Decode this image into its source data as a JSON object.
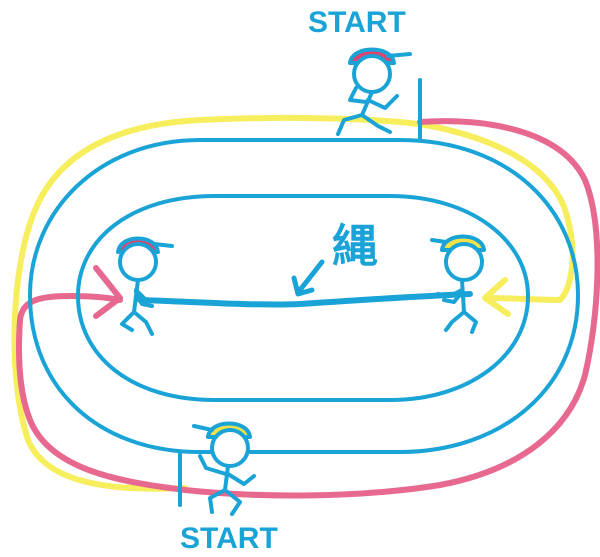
{
  "labels": {
    "start_top": "START",
    "start_bottom": "START",
    "rope": "縄"
  },
  "colors": {
    "track": "#1aa3d6",
    "red_path": "#e8698f",
    "yellow_path": "#f7ee5e",
    "red_cap": "#e0446e",
    "yellow_cap": "#f2e24a",
    "text": "#1aa3d6"
  },
  "icons": [
    "runner-red-cap-icon",
    "runner-yellow-cap-icon",
    "player-red-cap-icon",
    "player-yellow-cap-icon",
    "rope-arrow-icon"
  ]
}
